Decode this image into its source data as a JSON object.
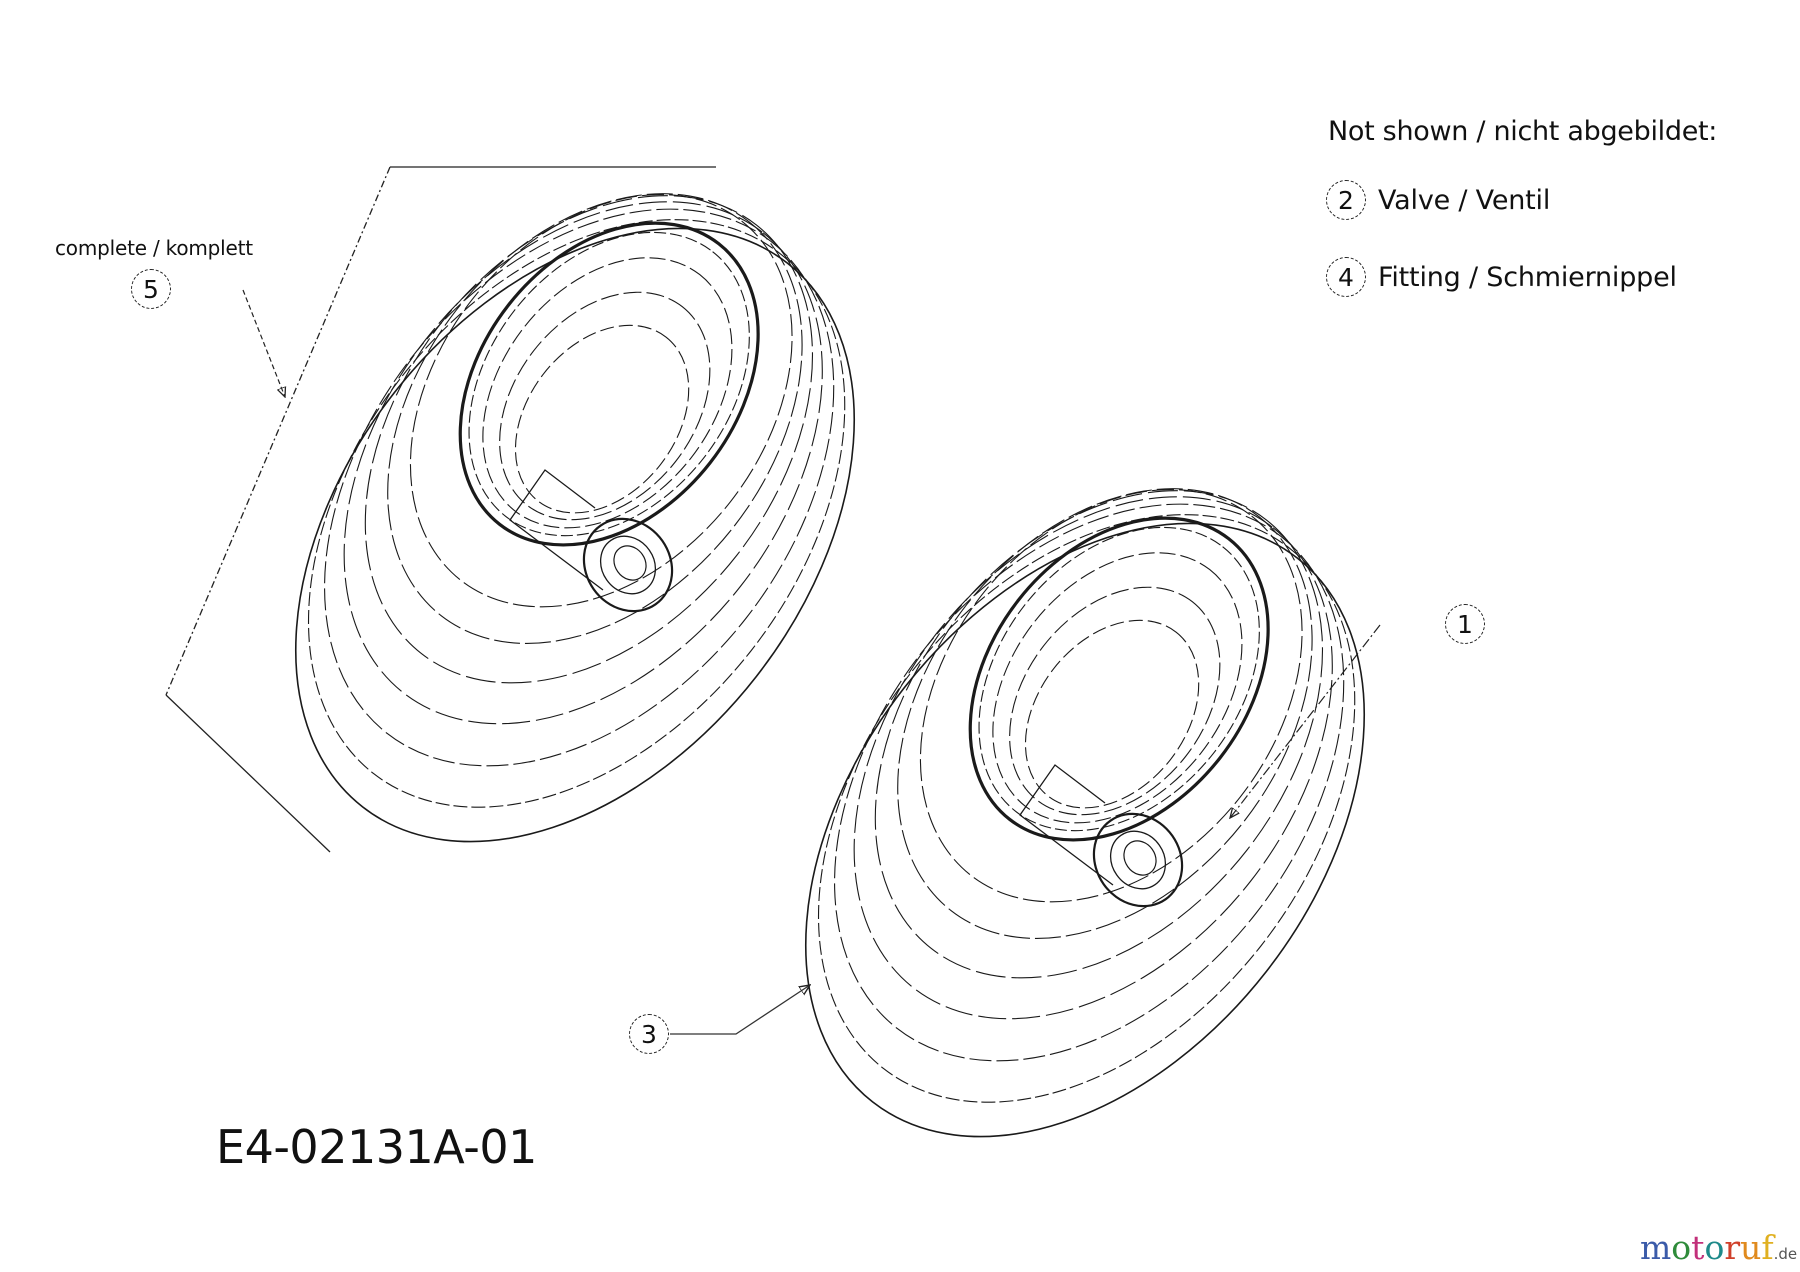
{
  "legend": {
    "title": "Not shown / nicht abgebildet:",
    "items": [
      {
        "number": "2",
        "label": "Valve / Ventil"
      },
      {
        "number": "4",
        "label": "Fitting / Schmiernippel"
      }
    ]
  },
  "callouts": {
    "complete_label": "complete / komplett",
    "items": [
      {
        "number": "5",
        "part": "complete wheel assembly"
      },
      {
        "number": "1",
        "part": "wheel rim"
      },
      {
        "number": "3",
        "part": "tire"
      }
    ]
  },
  "drawing_number": "E4-02131A-01",
  "watermark": {
    "letters": [
      {
        "char": "m",
        "color": "#3b5ba9"
      },
      {
        "char": "o",
        "color": "#2e8b3a"
      },
      {
        "char": "t",
        "color": "#c2307a"
      },
      {
        "char": "o",
        "color": "#1e8a8a"
      },
      {
        "char": "r",
        "color": "#d0402a"
      },
      {
        "char": "u",
        "color": "#e08a1e"
      },
      {
        "char": "f",
        "color": "#e0b020"
      }
    ],
    "tld": ".de"
  },
  "colors": {
    "line": "#1a1a1a",
    "background": "#ffffff"
  }
}
